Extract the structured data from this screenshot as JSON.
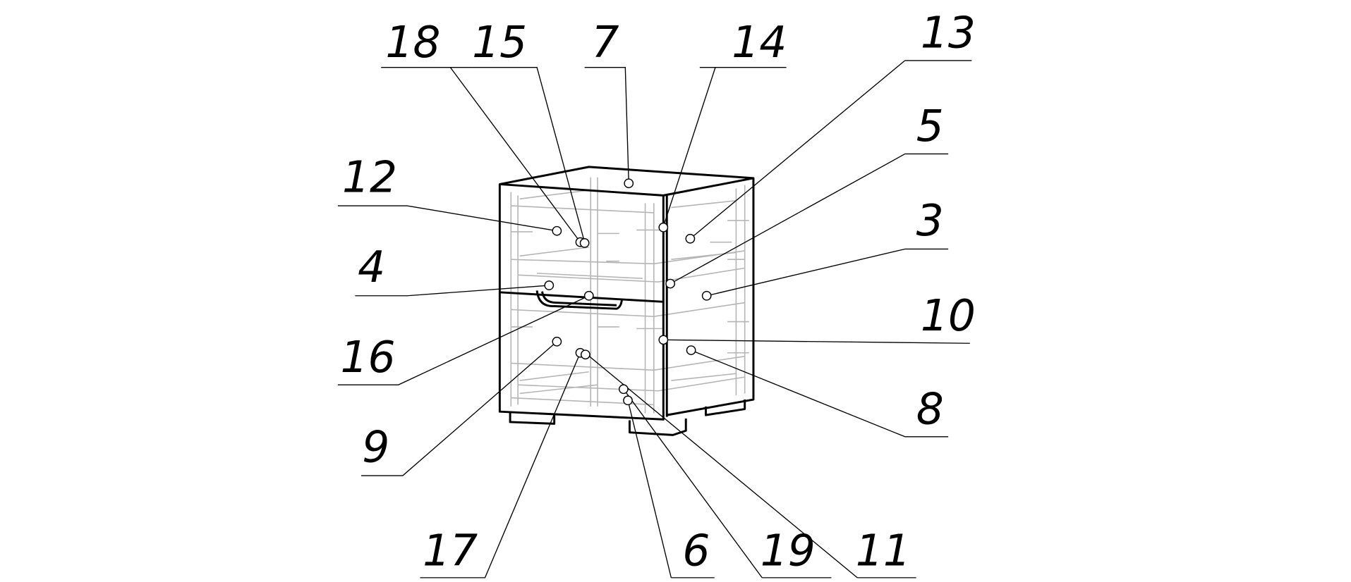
{
  "drawing": {
    "title": "Bedside cabinet assembly – part callouts",
    "callouts": [
      {
        "id": "18",
        "label": "18"
      },
      {
        "id": "15",
        "label": "15"
      },
      {
        "id": "7",
        "label": "7"
      },
      {
        "id": "14",
        "label": "14"
      },
      {
        "id": "13",
        "label": "13"
      },
      {
        "id": "5",
        "label": "5"
      },
      {
        "id": "3",
        "label": "3"
      },
      {
        "id": "10",
        "label": "10"
      },
      {
        "id": "8",
        "label": "8"
      },
      {
        "id": "12",
        "label": "12"
      },
      {
        "id": "4",
        "label": "4"
      },
      {
        "id": "16",
        "label": "16"
      },
      {
        "id": "9",
        "label": "9"
      },
      {
        "id": "17",
        "label": "17"
      },
      {
        "id": "6",
        "label": "6"
      },
      {
        "id": "19",
        "label": "19"
      },
      {
        "id": "11",
        "label": "11"
      }
    ]
  }
}
